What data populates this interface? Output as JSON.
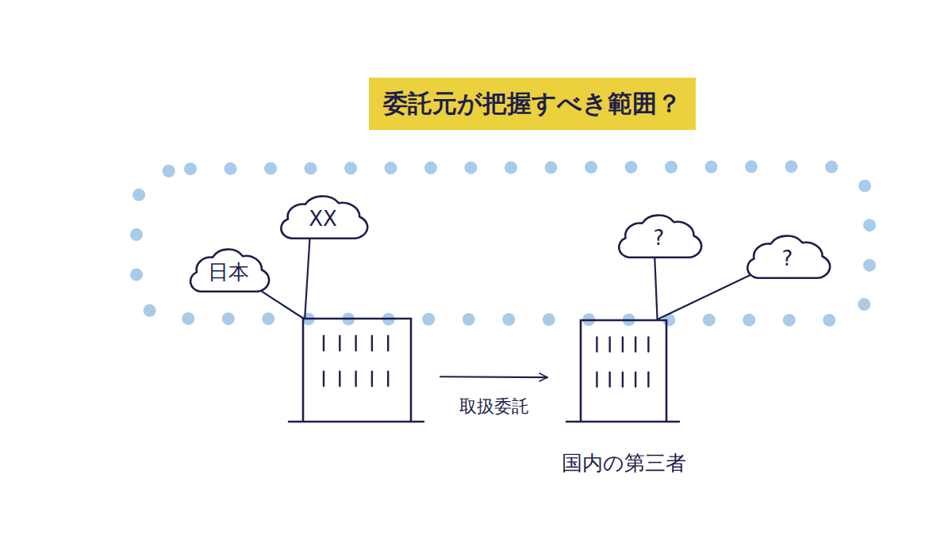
{
  "diagram": {
    "title": "委託元が把握すべき範囲？",
    "nodes": [
      {
        "text": [
          "日本"
        ]
      },
      {
        "text": [
          "XX"
        ]
      },
      {
        "text": []
      },
      {
        "text": [
          "?"
        ]
      },
      {
        "text": [
          "?"
        ]
      },
      {
        "text": [
          "国内の第三者"
        ]
      }
    ],
    "edges": [
      {
        "from": 0,
        "to": 2,
        "arrow": "none"
      },
      {
        "from": 1,
        "to": 2,
        "arrow": "none"
      },
      {
        "from": 3,
        "to": 5,
        "arrow": "none"
      },
      {
        "from": 4,
        "to": 5,
        "arrow": "none"
      },
      {
        "from": 2,
        "to": 5,
        "label": "取扱委託",
        "arrow": "to"
      }
    ]
  }
}
